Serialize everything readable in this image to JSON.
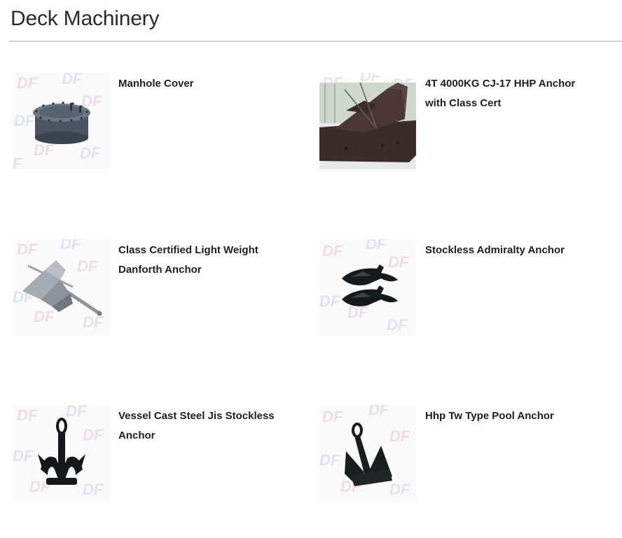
{
  "page": {
    "title": "Deck Machinery"
  },
  "products": [
    {
      "title": "Manhole Cover",
      "image_icon": "manhole-cover-icon"
    },
    {
      "title": "4T 4000KG CJ-17 HHP Anchor with Class Cert",
      "image_icon": "hhp-anchor-icon"
    },
    {
      "title": "Class Certified Light Weight Danforth Anchor",
      "image_icon": "danforth-anchor-icon"
    },
    {
      "title": "Stockless Admiralty Anchor",
      "image_icon": "stockless-admiralty-anchor-icon"
    },
    {
      "title": "Vessel Cast Steel Jis Stockless Anchor",
      "image_icon": "jis-stockless-anchor-icon"
    },
    {
      "title": "Hhp Tw Type Pool Anchor",
      "image_icon": "pool-anchor-icon"
    }
  ],
  "watermark": {
    "text": "DF",
    "colors": [
      "#e7c6d4",
      "#c9d2e8"
    ]
  }
}
